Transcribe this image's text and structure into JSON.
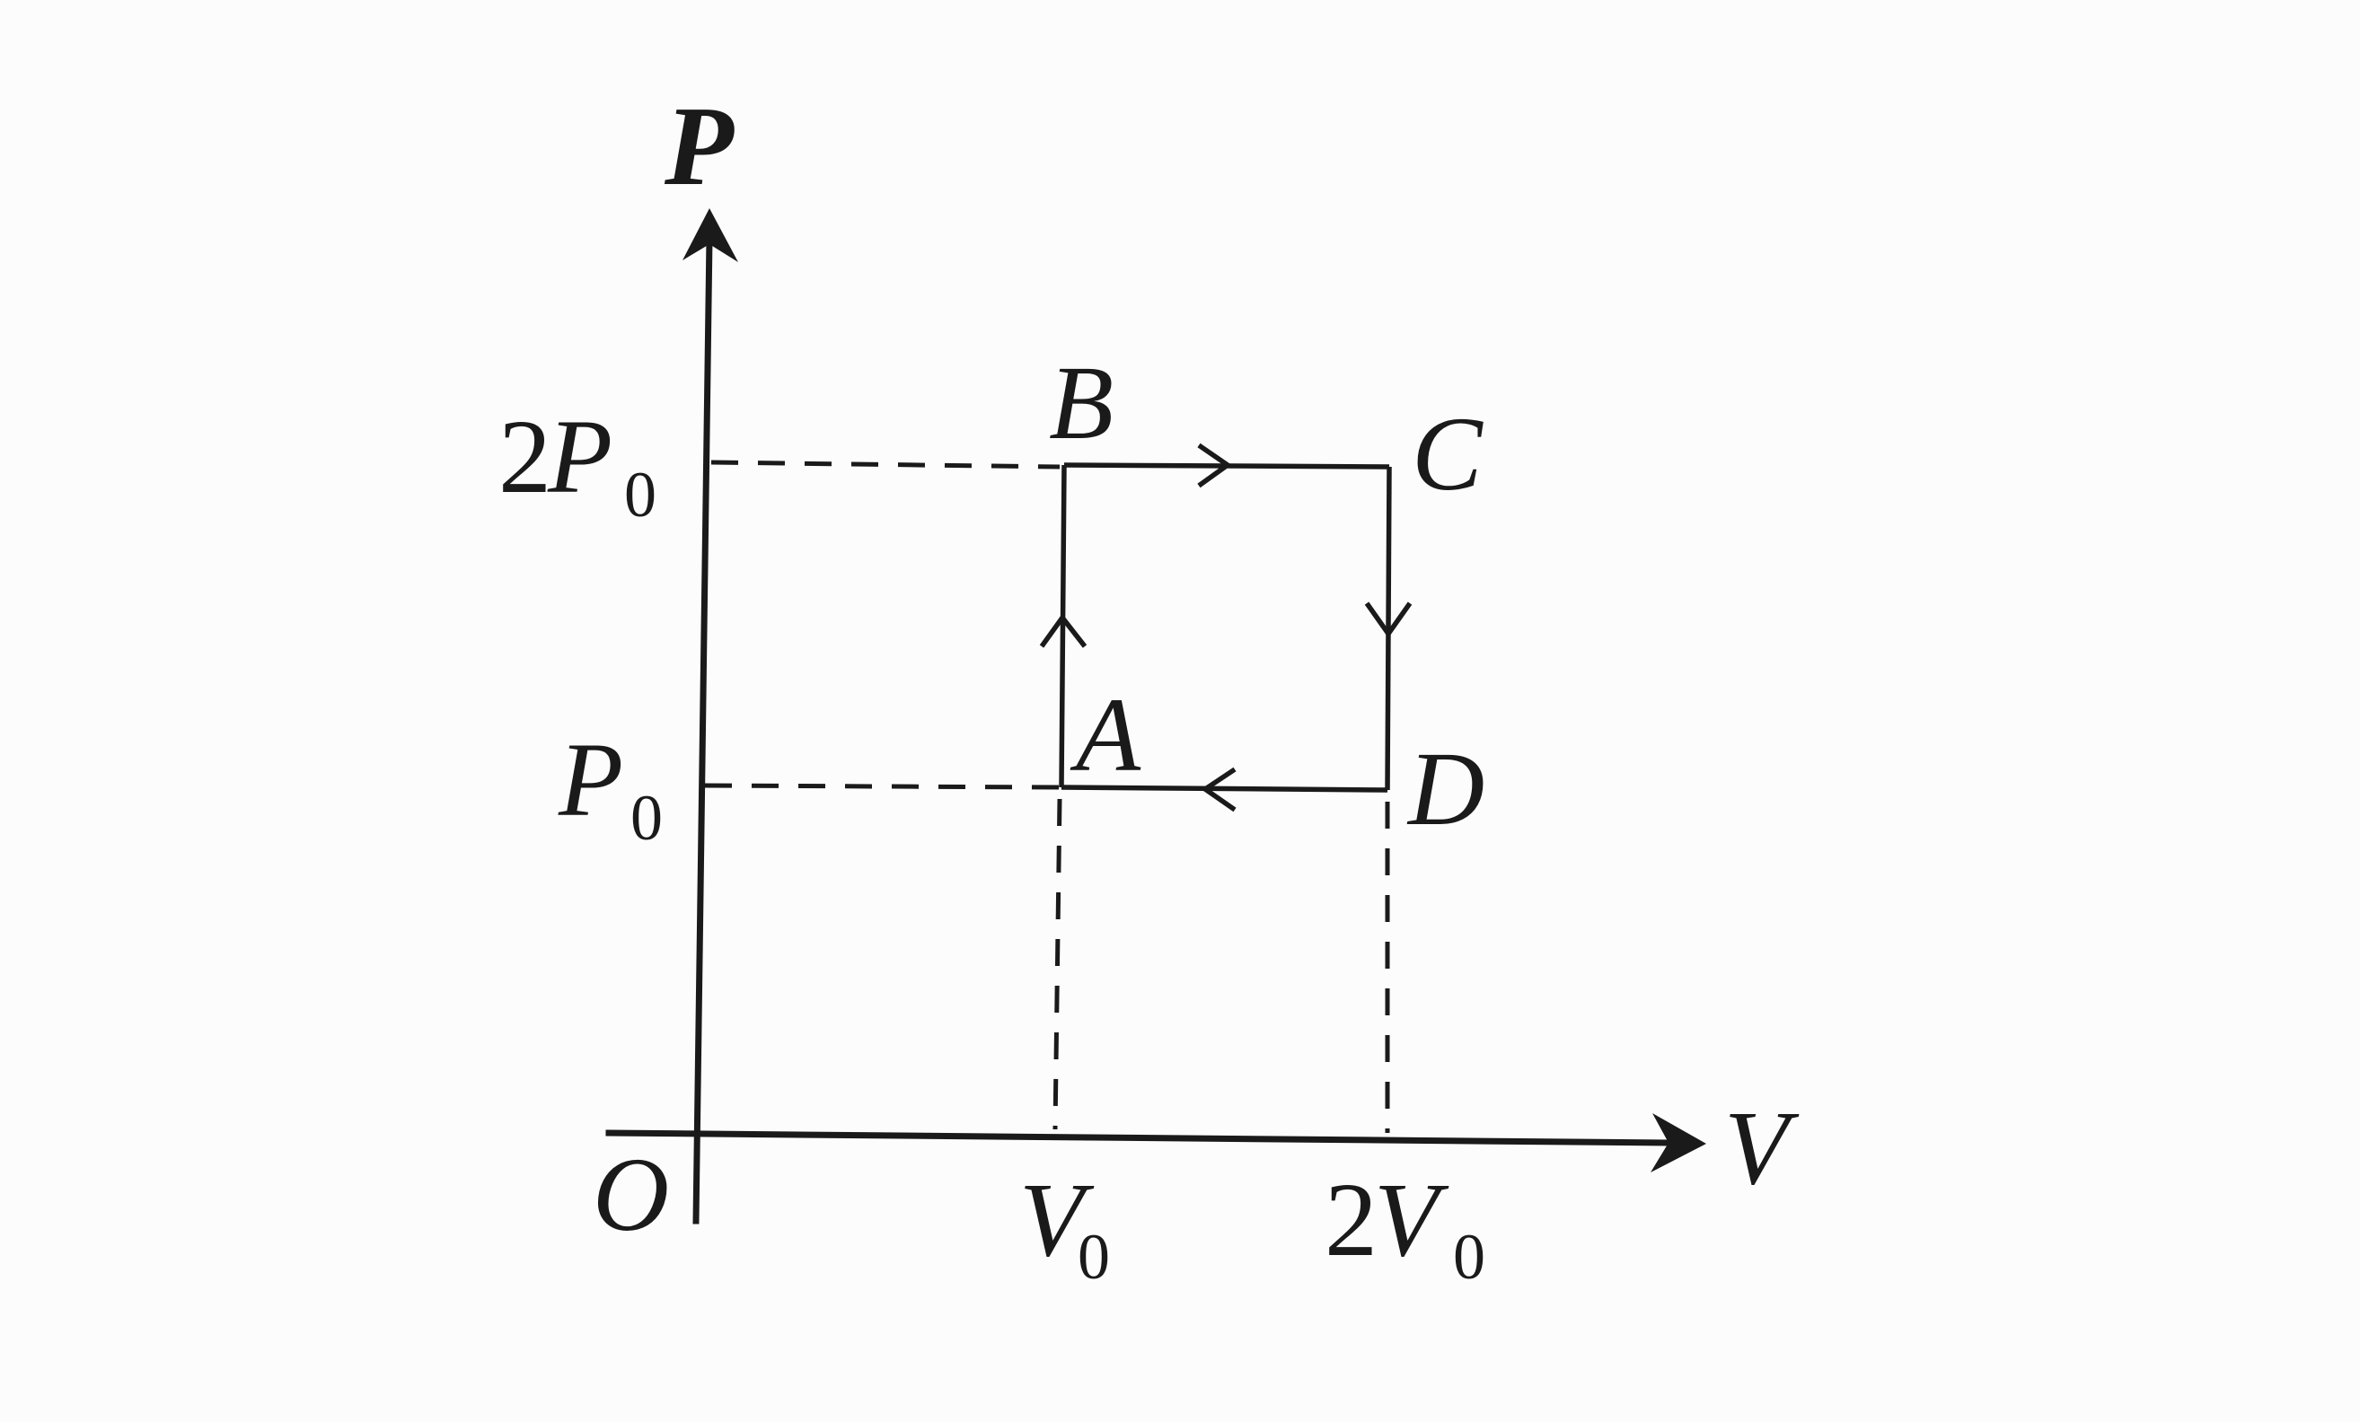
{
  "axes": {
    "y_label": "P",
    "x_label": "V",
    "origin_label": "O"
  },
  "ticks": {
    "y": [
      {
        "coef": "2",
        "sym": "P",
        "sub": "0"
      },
      {
        "coef": "",
        "sym": "P",
        "sub": "0"
      }
    ],
    "x": [
      {
        "coef": "",
        "sym": "V",
        "sub": "0"
      },
      {
        "coef": "2",
        "sym": "V",
        "sub": "0"
      }
    ]
  },
  "points": {
    "A": "A",
    "B": "B",
    "C": "C",
    "D": "D"
  },
  "cycle": {
    "order": [
      "A",
      "B",
      "C",
      "D",
      "A"
    ],
    "A": {
      "V": "V0",
      "P": "P0"
    },
    "B": {
      "V": "V0",
      "P": "2P0"
    },
    "C": {
      "V": "2V0",
      "P": "2P0"
    },
    "D": {
      "V": "2V0",
      "P": "P0"
    }
  }
}
